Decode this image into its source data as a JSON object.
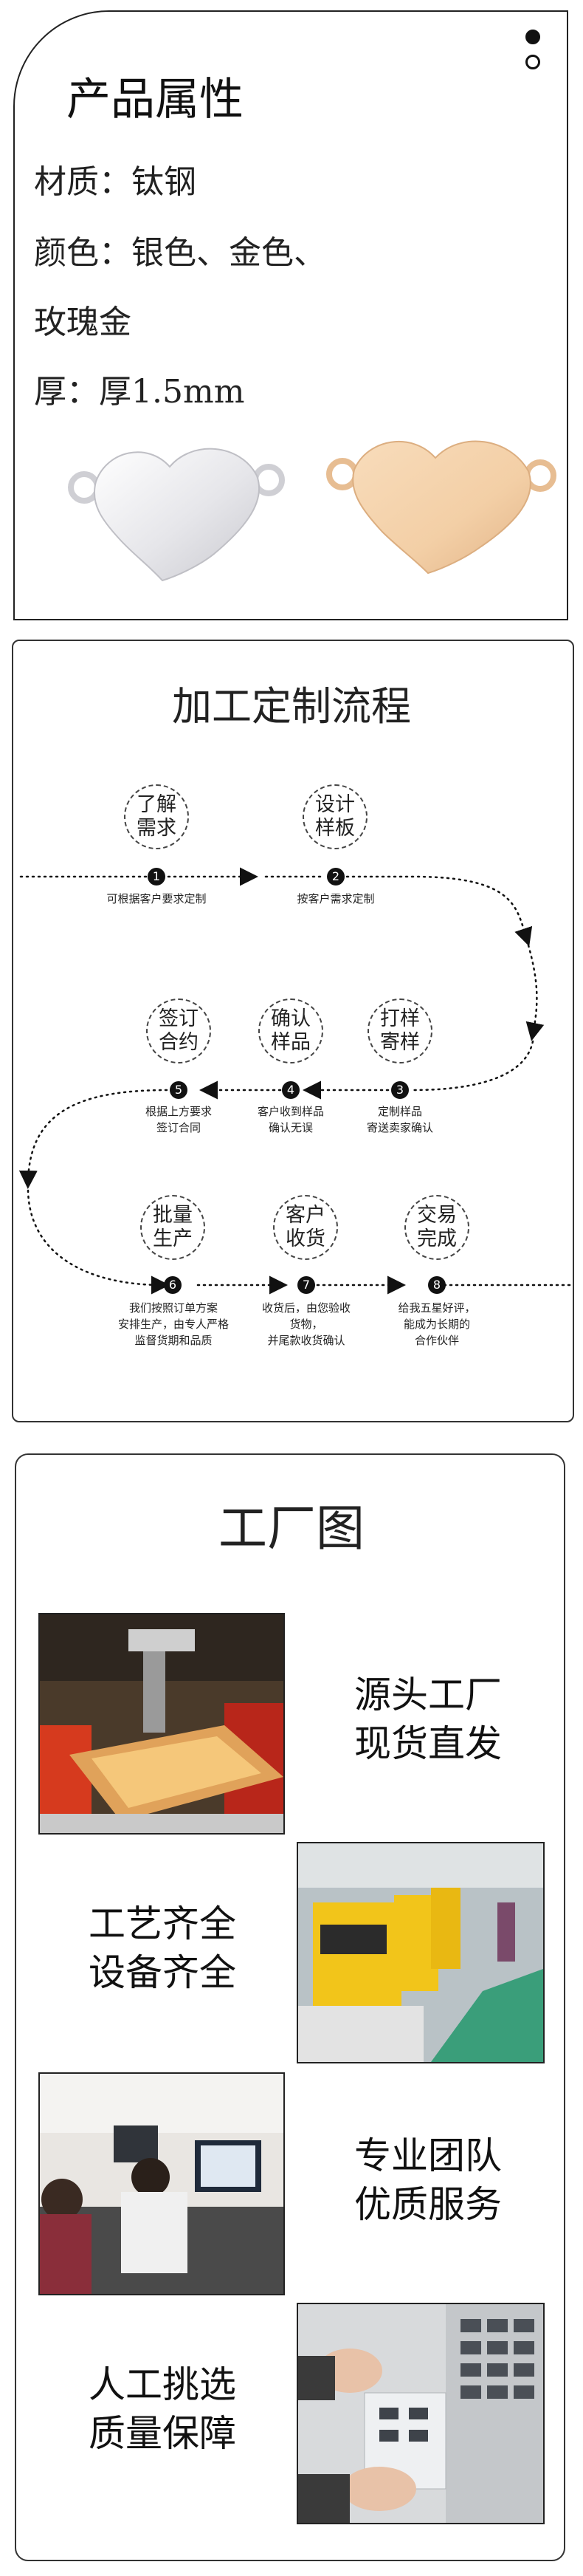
{
  "product": {
    "title": "产品属性",
    "material": "材质：钛钢",
    "color_line1": "颜色：银色、金色、",
    "color_line2": "玫瑰金",
    "thickness": "厚：厚1.5mm",
    "colors": {
      "silver": "#e9e9ec",
      "gold": "#f3cfa6"
    }
  },
  "process": {
    "title": "加工定制流程",
    "steps": [
      {
        "num": "1",
        "label": "了解需求",
        "desc": "可根据客户要求定制"
      },
      {
        "num": "2",
        "label": "设计样板",
        "desc": "按客户需求定制"
      },
      {
        "num": "3",
        "label": "打样寄样",
        "desc1": "定制样品",
        "desc2": "寄送卖家确认"
      },
      {
        "num": "4",
        "label": "确认样品",
        "desc1": "客户收到样品",
        "desc2": "确认无误"
      },
      {
        "num": "5",
        "label": "签订合约",
        "desc1": "根据上方要求",
        "desc2": "签订合同"
      },
      {
        "num": "6",
        "label": "批量生产",
        "desc1": "我们按照订单方案",
        "desc2": "安排生产，由专人严格",
        "desc3": "监督货期和品质"
      },
      {
        "num": "7",
        "label": "客户收货",
        "desc1": "收货后，由您验收",
        "desc2": "货物，",
        "desc3": "并尾款收货确认"
      },
      {
        "num": "8",
        "label": "交易完成",
        "desc1": "给我五星好评，",
        "desc2": "能成为长期的",
        "desc3": "合作伙伴"
      }
    ]
  },
  "factory": {
    "title": "工厂图",
    "captions": [
      {
        "line1": "源头工厂",
        "line2": "现货直发"
      },
      {
        "line1": "工艺齐全",
        "line2": "设备齐全"
      },
      {
        "line1": "专业团队",
        "line2": "优质服务"
      },
      {
        "line1": "人工挑选",
        "line2": "质量保障"
      }
    ]
  }
}
